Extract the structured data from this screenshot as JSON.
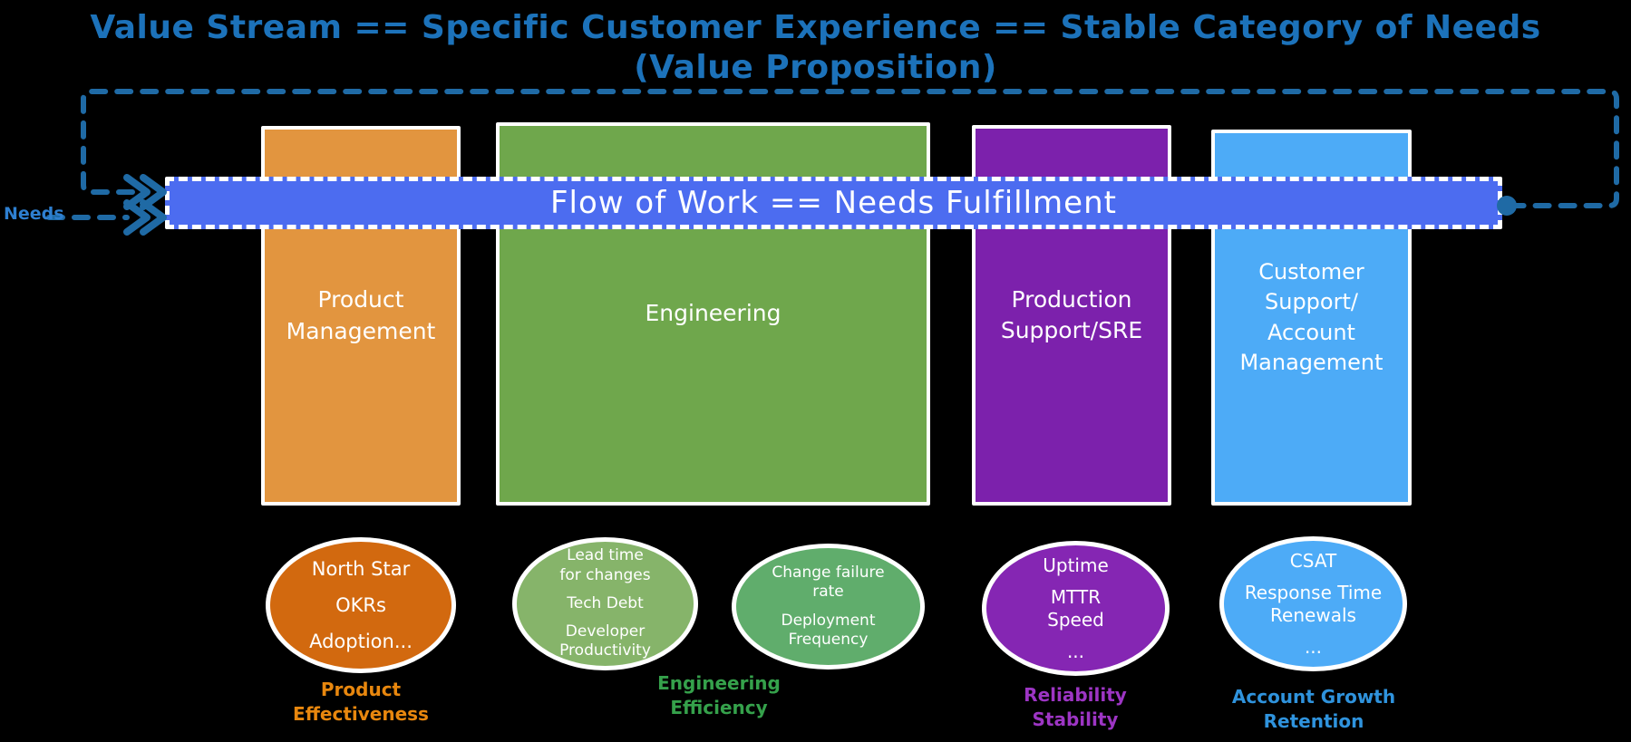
{
  "title": {
    "line1": "Value Stream == Specific Customer Experience  == Stable Category of Needs",
    "line2": "(Value Proposition)",
    "color": "#1c72ba"
  },
  "needs": {
    "label": "Needs",
    "color": "#2e7fd0"
  },
  "feedback_loop": {
    "stroke": "#1f6aa5",
    "style": "dashed"
  },
  "flow_bar": {
    "label": "Flow of Work == Needs Fulfillment",
    "fill": "#4c6cf0",
    "border": "#ffffff"
  },
  "columns": [
    {
      "name": "product-management",
      "fill": "#e2953f",
      "lines": [
        "Product",
        "Management"
      ]
    },
    {
      "name": "engineering",
      "fill": "#6fa74c",
      "lines": [
        "Engineering"
      ]
    },
    {
      "name": "production-support-sre",
      "fill": "#7c21ac",
      "lines": [
        "Production",
        "Support/SRE"
      ]
    },
    {
      "name": "customer-support-account-management",
      "fill": "#4dabf7",
      "lines": [
        "Customer",
        "Support/",
        "Account",
        "Management"
      ]
    }
  ],
  "ellipses": [
    {
      "name": "product-metrics",
      "fill": "#d2690f",
      "items": [
        [
          "North Star"
        ],
        [
          "OKRs"
        ],
        [
          "Adoption..."
        ]
      ]
    },
    {
      "name": "engineering-metrics-1",
      "fill": "#86b46a",
      "items": [
        [
          "Lead time",
          "for changes"
        ],
        [
          "Tech Debt"
        ],
        [
          "Developer",
          "Productivity"
        ]
      ]
    },
    {
      "name": "engineering-metrics-2",
      "fill": "#60ad6c",
      "items": [
        [
          "Change failure",
          "rate"
        ],
        [
          "Deployment",
          "Frequency"
        ]
      ]
    },
    {
      "name": "reliability-metrics",
      "fill": "#8526b3",
      "items": [
        [
          "Uptime"
        ],
        [
          "MTTR",
          "Speed"
        ],
        [
          "..."
        ]
      ]
    },
    {
      "name": "account-metrics",
      "fill": "#4dabf7",
      "items": [
        [
          "CSAT"
        ],
        [
          "Response Time",
          "Renewals"
        ],
        [
          "..."
        ]
      ]
    }
  ],
  "category_labels": [
    {
      "name": "product-effectiveness",
      "color": "#e8870e",
      "lines": [
        "Product",
        "Effectiveness"
      ]
    },
    {
      "name": "engineering-efficiency",
      "color": "#35a14b",
      "lines": [
        "Engineering",
        "Efficiency"
      ]
    },
    {
      "name": "reliability-stability",
      "color": "#9d35c4",
      "lines": [
        "Reliability",
        "Stability"
      ]
    },
    {
      "name": "account-growth-retention",
      "color": "#2f93dd",
      "lines": [
        "Account Growth",
        "Retention"
      ]
    }
  ]
}
